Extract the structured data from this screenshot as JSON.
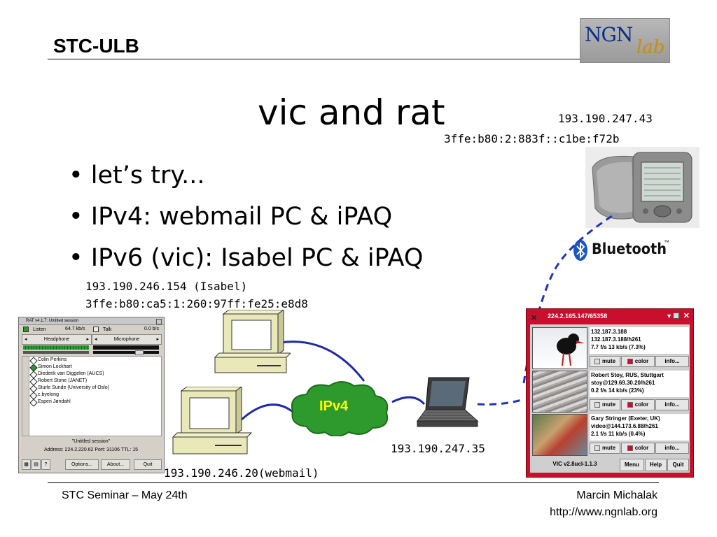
{
  "header": {
    "title": "STC-ULB"
  },
  "slide": {
    "heading": "vic and rat",
    "bullets": [
      "let’s try...",
      "IPv4: webmail PC & iPAQ",
      "IPv6 (vic): Isabel PC & iPAQ"
    ],
    "ipaq_ipv4": "193.190.247.43",
    "ipaq_ipv6": "3ffe:b80:2:883f::c1be:f72b",
    "isabel_ipv4": "193.190.246.154 (Isabel)",
    "isabel_ipv6": "3ffe:b80:ca5:1:260:97ff:fe25:e8d8",
    "laptop_ip": "193.190.247.35",
    "webmail_ip": "193.190.246.20",
    "webmail_suffix": "(webmail)",
    "cloud_label": "IPv4",
    "bluetooth_label": "Bluetooth",
    "bluetooth_tm": "™"
  },
  "logo": {
    "text_a": "NGN",
    "text_b": "lab"
  },
  "footer": {
    "left": "STC Seminar – May 24th",
    "right_name": "Marcin Michalak",
    "right_url": "http://www.ngnlab.org"
  },
  "rat": {
    "title": "RAT v4.1.7: Untitled session",
    "listen_label": "Listen",
    "listen_rate": "64.7 kb/s",
    "talk_label": "Talk",
    "talk_rate": "0.0 b/s",
    "out_device": "Headphone",
    "in_device": "Microphone",
    "participants": [
      "Colin Perkins",
      "Simon Lockhart",
      "Diederik van Diggelen (AUCS)",
      "Robert Stone (JANET)",
      "Sturle Sunde (University of Oslo)",
      "c.byelong",
      "Espen Jøndahl"
    ],
    "session_name": "\"Untitled session\"",
    "session_address": "Address: 224.2.220.62 Port: 31106 TTL: 15",
    "buttons": {
      "options": "Options...",
      "about": "About...",
      "quit": "Quit"
    },
    "listen_level": 1.0
  },
  "vic": {
    "title": "224.2.165.147/65358",
    "streams": [
      {
        "lines": [
          "132.187.3.188",
          "132.187.3.188/h261",
          "7.7 f/s    13 kb/s   (7.3%)"
        ]
      },
      {
        "lines": [
          "Robert Stoy, RUS, Stuttgart",
          "stoy@129.69.30.20/h261",
          "0.2 f/s    14 kb/s   (23%)"
        ]
      },
      {
        "lines": [
          "Gary Stringer (Exeter, UK)",
          "video@144.173.6.88/h261",
          "2.1 f/s    11 kb/s   (0.4%)"
        ]
      }
    ],
    "mute_label": "mute",
    "color_label": "color",
    "info_label": "info...",
    "version": "VIC v2.8ucl-1.1.3",
    "menu_label": "Menu",
    "help_label": "Help",
    "quit_label": "Quit"
  },
  "colors": {
    "vic_red": "#c8102e",
    "cloud_green": "#2e8b2e",
    "dash_blue": "#2233bb",
    "bluetooth_blue": "#1a56c4"
  }
}
